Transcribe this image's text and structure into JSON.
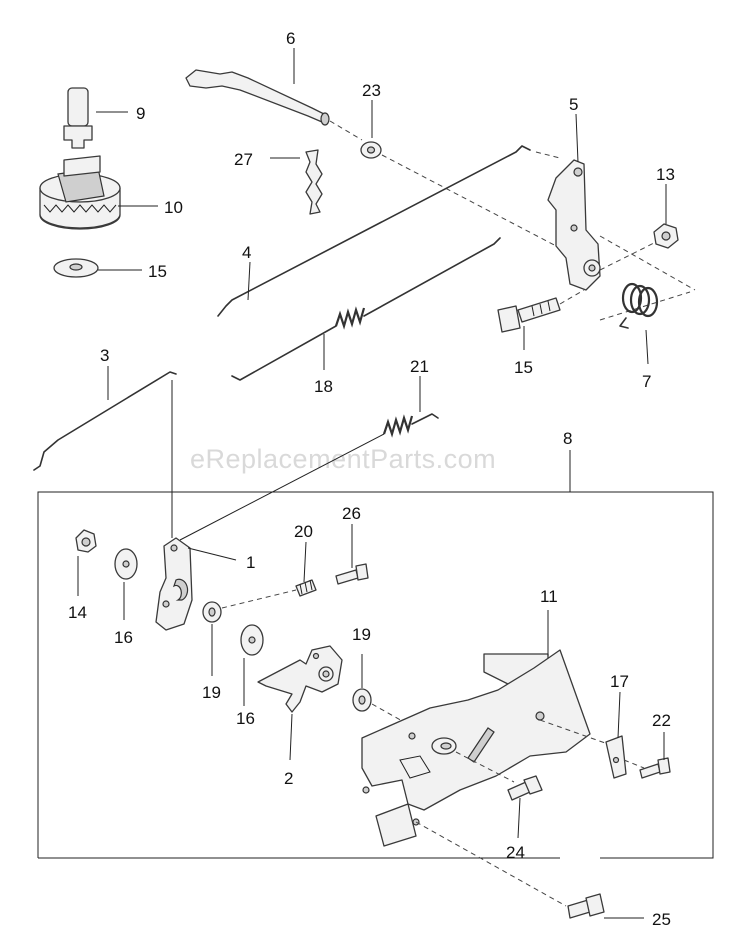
{
  "watermark": "eReplacementParts.com",
  "callouts": {
    "p1": "1",
    "p2": "2",
    "p3": "3",
    "p4": "4",
    "p5": "5",
    "p6": "6",
    "p7": "7",
    "p8": "8",
    "p9": "9",
    "p10": "10",
    "p11": "11",
    "p13": "13",
    "p14": "14",
    "p15a": "15",
    "p15b": "15",
    "p16a": "16",
    "p16b": "16",
    "p17": "17",
    "p18": "18",
    "p19a": "19",
    "p19b": "19",
    "p20": "20",
    "p21": "21",
    "p22": "22",
    "p23": "23",
    "p24": "24",
    "p25": "25",
    "p26": "26",
    "p27": "27"
  }
}
